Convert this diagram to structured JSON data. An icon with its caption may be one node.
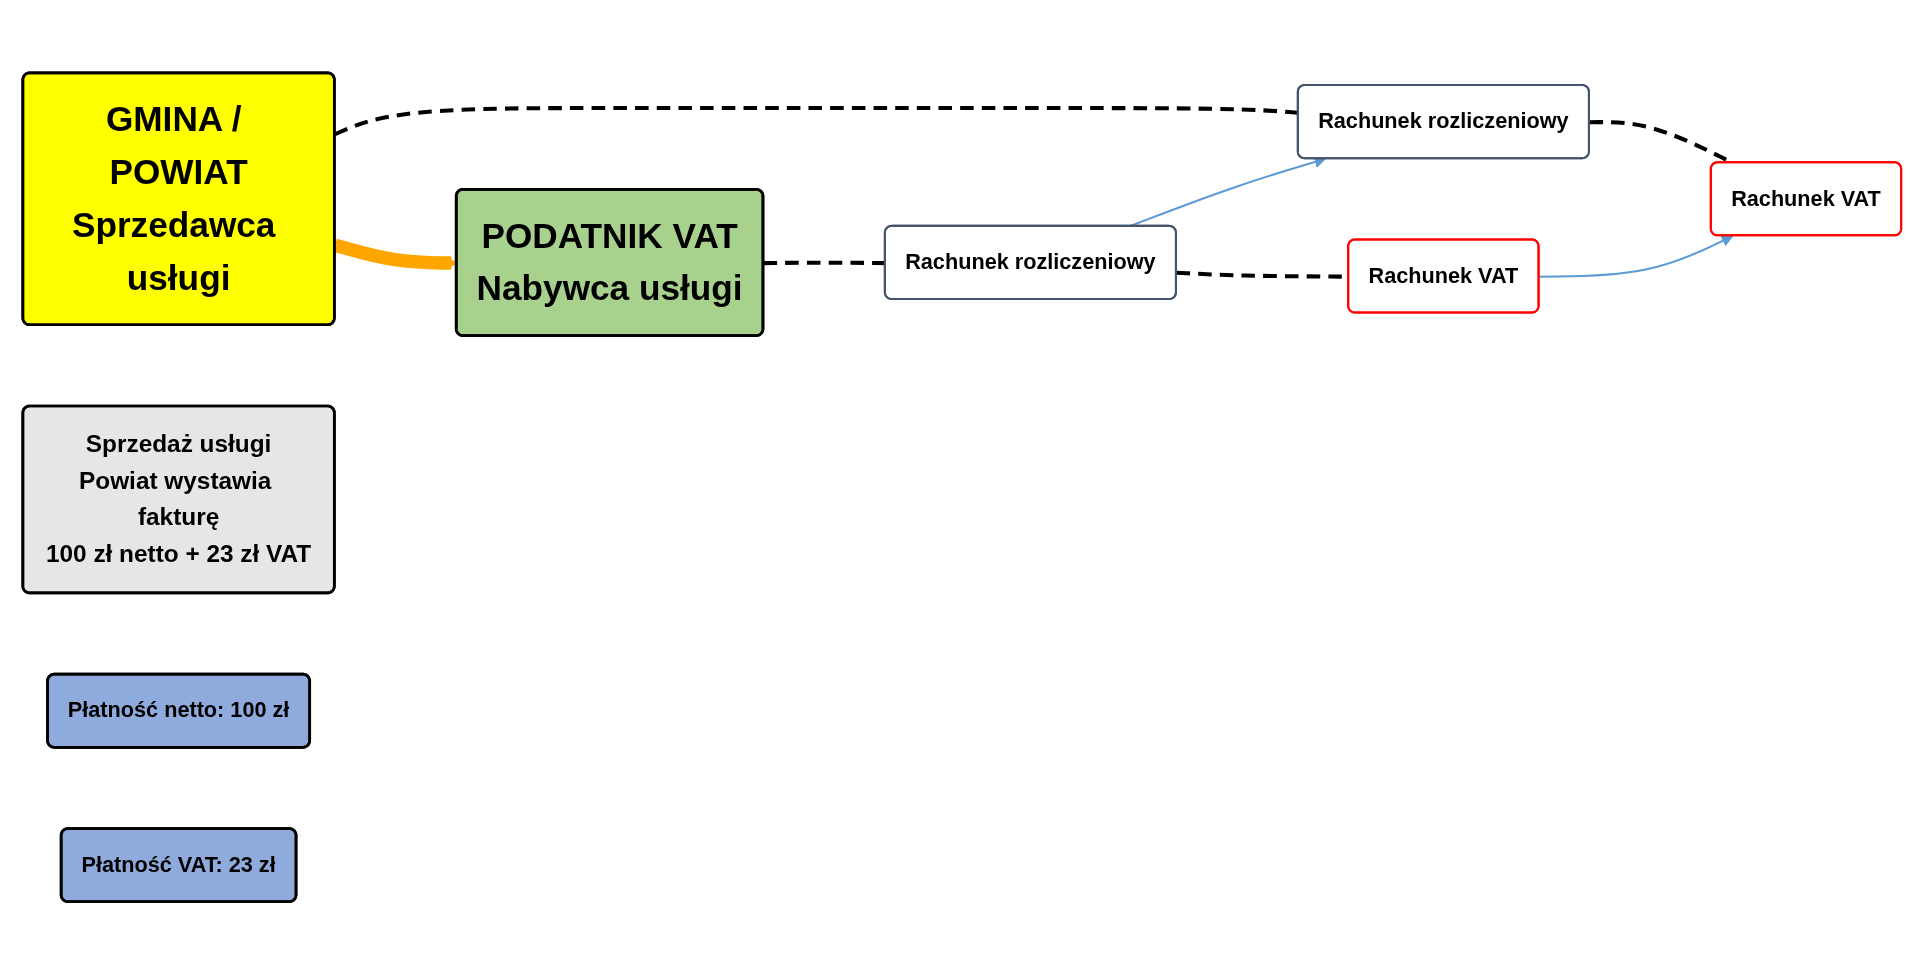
{
  "diagram": {
    "nodes": [
      {
        "text": [
          "GMINA / POWIAT",
          "Sprzedawca usługi"
        ]
      },
      {
        "text": [
          "Sprzedaż usługi",
          "Powiat wystawia fakturę",
          "100 zł netto + 23 zł VAT"
        ]
      },
      {
        "text": [
          "PODATNIK VAT",
          "Nabywca usługi"
        ]
      },
      {
        "text": [
          "Rachunek rozliczeniowy"
        ]
      },
      {
        "text": [
          "Rachunek rozliczeniowy"
        ]
      },
      {
        "text": [
          "Płatność netto: 100 zł"
        ]
      },
      {
        "text": [
          "Rachunek VAT"
        ]
      },
      {
        "text": [
          "Rachunek VAT"
        ]
      },
      {
        "text": [
          "Płatność VAT: 23 zł"
        ]
      }
    ],
    "edges": [
      {
        "from": 0,
        "to": 2,
        "arrow": "to",
        "style": "thick",
        "color": "#ffa500"
      },
      {
        "from": 0,
        "to": 3,
        "arrow": "none",
        "style": "dashed",
        "color": "#000000"
      },
      {
        "from": 3,
        "to": 6,
        "arrow": "none",
        "style": "dashed",
        "color": "#000000"
      },
      {
        "from": 2,
        "to": 4,
        "arrow": "none",
        "style": "dashed",
        "color": "#000000"
      },
      {
        "from": 4,
        "to": 7,
        "arrow": "none",
        "style": "dashed",
        "color": "#000000"
      },
      {
        "from": 4,
        "to": 3,
        "arrow": "to",
        "color": "#5b9bd5"
      },
      {
        "from": 7,
        "to": 6,
        "arrow": "to",
        "color": "#5b9bd5"
      }
    ]
  }
}
